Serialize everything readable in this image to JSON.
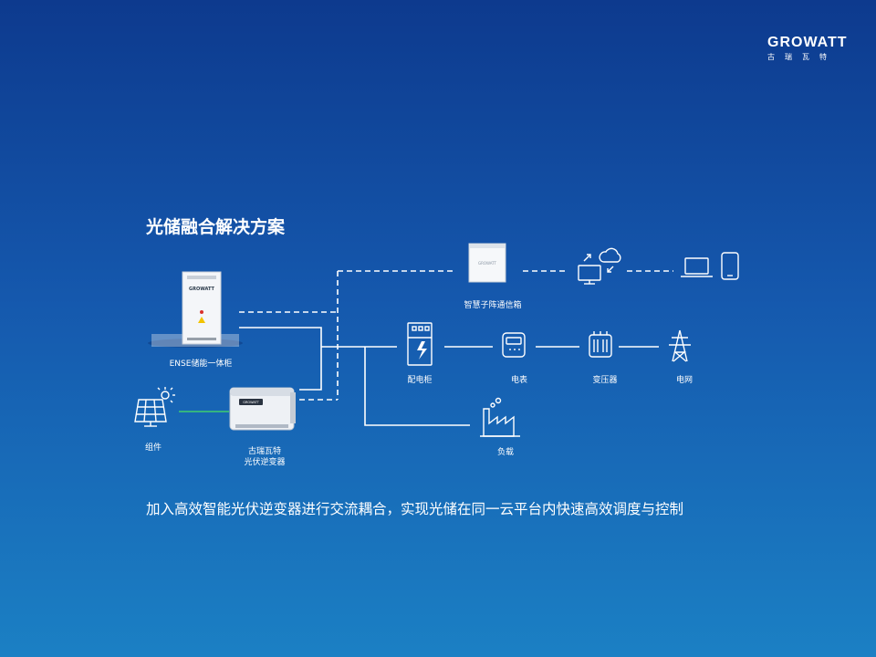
{
  "brand": {
    "name": "GROWATT",
    "subtitle": "古瑞瓦特"
  },
  "title": "光储融合解决方案",
  "subtitle": "加入高效智能光伏逆变器进行交流耦合，实现光储在同一云平台内快速高效调度与控制",
  "nodes": {
    "ense_cabinet": "ENSE储能一体柜",
    "module": "组件",
    "inverter_line1": "古瑞瓦特",
    "inverter_line2": "光伏逆变器",
    "comm_box": "智慧子阵通信箱",
    "distribution_cabinet": "配电柜",
    "meter": "电表",
    "transformer": "变压器",
    "grid": "电网",
    "load": "负载"
  },
  "colors": {
    "background_top": "#0d3a8e",
    "background_bottom": "#1b80c4",
    "pv_link": "#3ecf6e",
    "line": "#ffffff"
  }
}
